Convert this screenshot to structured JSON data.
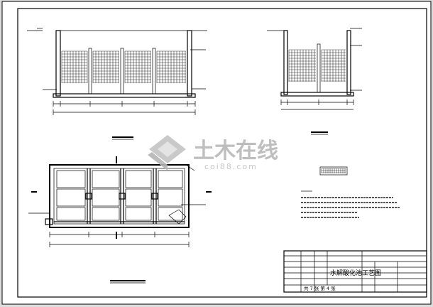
{
  "watermark": {
    "brand": "土木在线",
    "url": "coi88.com"
  },
  "title_block": {
    "drawing_title": "水解酸化池工艺图",
    "sheet_info": "共 7 张  第 4 张"
  }
}
